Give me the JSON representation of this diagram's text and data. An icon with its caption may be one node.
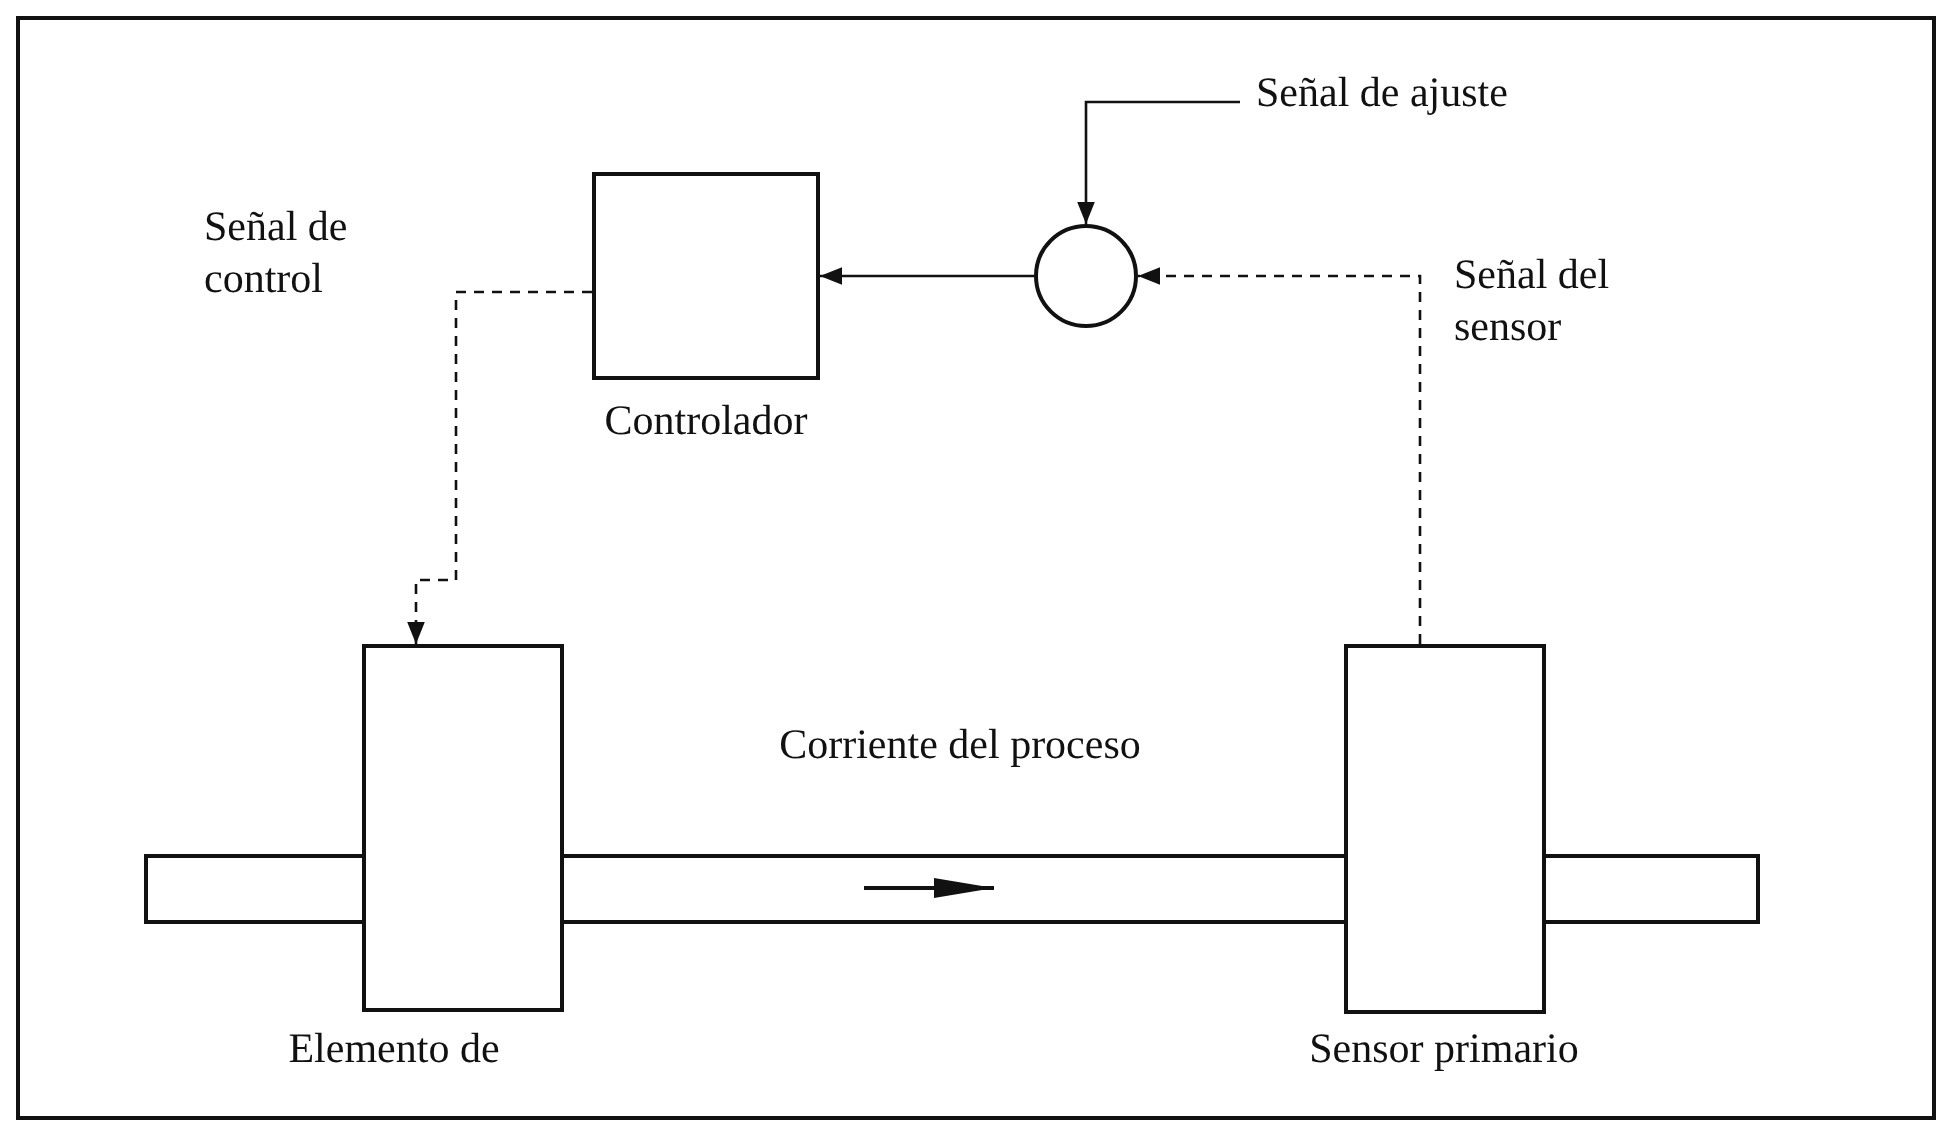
{
  "diagram": {
    "nodes": [
      {
        "text": [
          "Señal de ajuste"
        ]
      },
      {
        "text": [
          "Controlador"
        ]
      },
      {
        "text": [],
        "shape": "circle"
      },
      {
        "text": [
          "Elemento de"
        ]
      },
      {
        "text": [
          "Corriente del proceso"
        ]
      },
      {
        "text": [
          "Sensor primario"
        ]
      }
    ],
    "edges": [
      {
        "from": 0,
        "to": 2,
        "arrow": "to"
      },
      {
        "from": 5,
        "to": 2,
        "arrow": "to",
        "style": "dashed",
        "label": "Señal del sensor"
      },
      {
        "from": 2,
        "to": 1,
        "arrow": "to"
      },
      {
        "from": 1,
        "to": 3,
        "arrow": "to",
        "style": "dashed",
        "label": "Señal de control"
      }
    ]
  }
}
